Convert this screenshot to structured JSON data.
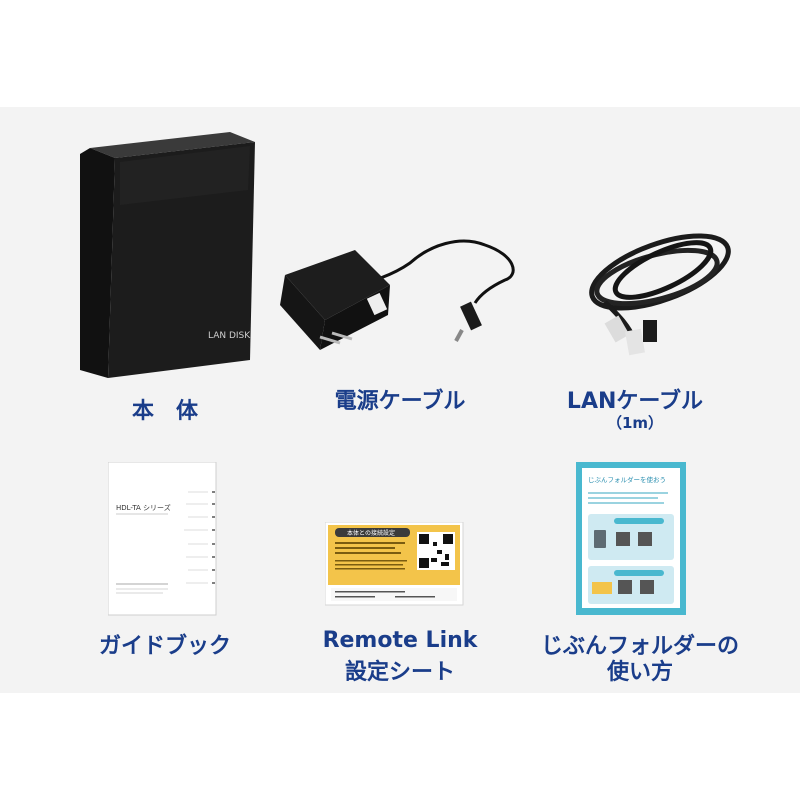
{
  "items": {
    "unit": {
      "label": "本　体",
      "logo": "LAN DISK"
    },
    "power_cable": {
      "label": "電源ケーブル"
    },
    "lan_cable": {
      "label": "LANケーブル",
      "sublabel": "（1m）"
    },
    "guide_book": {
      "label": "ガイドブック",
      "cover_title": "HDL-TA シリーズ"
    },
    "remote_link_sheet": {
      "label_line1": "Remote Link",
      "label_line2": "設定シート",
      "sheet_heading": "本体との接続設定"
    },
    "jibun_folder_guide": {
      "label_line1": "じぶんフォルダーの",
      "label_line2": "使い方",
      "cover_title": "じぶんフォルダーを使おう"
    }
  },
  "colors": {
    "label": "#1a3d8a",
    "panel": "#f3f3f3",
    "device": "#1c1c1c",
    "sheet_yellow": "#f3c44a",
    "leaflet_teal": "#49b8cf"
  }
}
